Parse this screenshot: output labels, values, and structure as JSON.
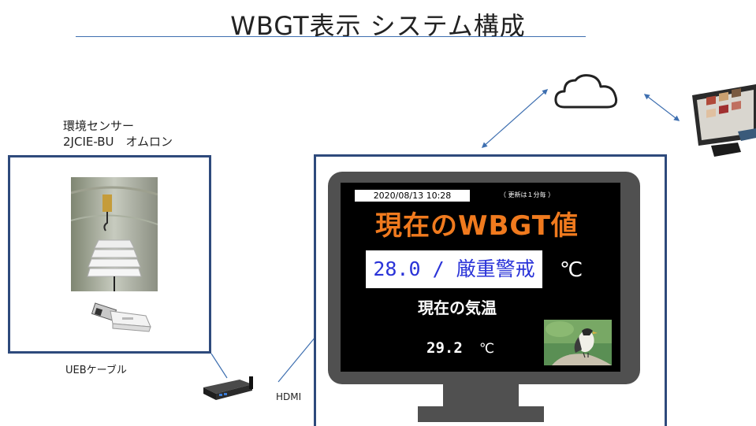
{
  "title": "WBGT表示 システム構成",
  "sensor": {
    "name": "環境センサー",
    "model": "2JCIE-BU　オムロン"
  },
  "cable_label": "UEBケーブル",
  "hdmi_label": "HDMI",
  "display": {
    "timestamp": "2020/08/13 10:28",
    "update_note": "（ 更新は１分毎 ）",
    "wbgt_heading": "現在のWBGT値",
    "wbgt_value": "28.0 / 厳重警戒",
    "wbgt_unit": "℃",
    "temp_heading": "現在の気温",
    "temp_value": "29.2",
    "temp_unit": "℃"
  },
  "icons": {
    "cloud": "cloud-icon",
    "pc": "all-in-one-pc-icon",
    "minipc": "mini-pc-icon",
    "monitor": "monitor-icon",
    "sensor_photo": "sensor-photo",
    "usb": "usb-dongle-icon",
    "bird": "bird-photo"
  },
  "colors": {
    "frame": "#2e4a7c",
    "title_line": "#3e6fb0",
    "connector": "#3e6fb0",
    "wbgt_heading": "#f07a1e",
    "wbgt_value": "#2a33d8",
    "screen": "#000000",
    "bezel": "#505050"
  }
}
